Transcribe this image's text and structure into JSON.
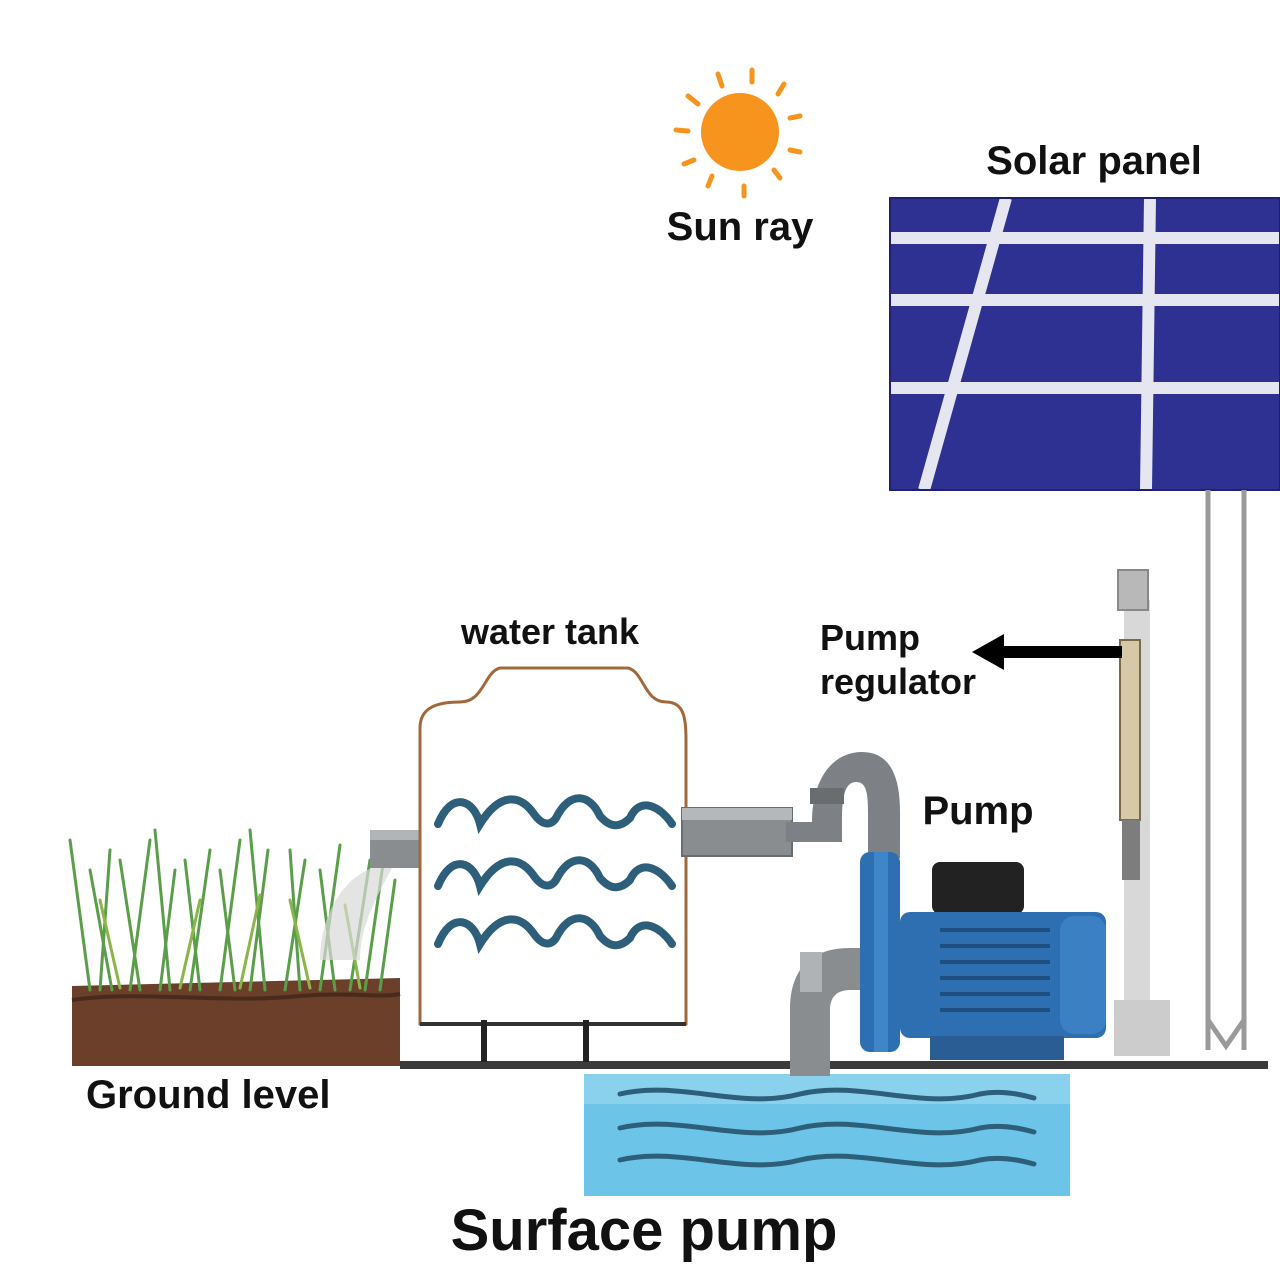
{
  "labels": {
    "sun_ray": "Sun ray",
    "solar_panel": "Solar panel",
    "water_tank": "water tank",
    "pump_regulator_line1": "Pump",
    "pump_regulator_line2": "regulator",
    "pump": "Pump",
    "ground_level": "Ground level",
    "title": "Surface pump"
  },
  "colors": {
    "sun": "#f7941d",
    "panel_cell": "#2e3192",
    "panel_grid": "#e6e6f0",
    "water": "#6cc4e8",
    "wave": "#2e5f7a",
    "pump_body": "#2d6fb0",
    "pipe": "#808387",
    "soil": "#6b3f2a",
    "grass": "#5a9e4a",
    "tank_outline": "#a3683a"
  },
  "icons": [
    "sun-icon",
    "solar-panel-icon",
    "water-tank-icon",
    "pump-icon",
    "regulator-icon",
    "arrow-left-icon",
    "grass-icon"
  ]
}
